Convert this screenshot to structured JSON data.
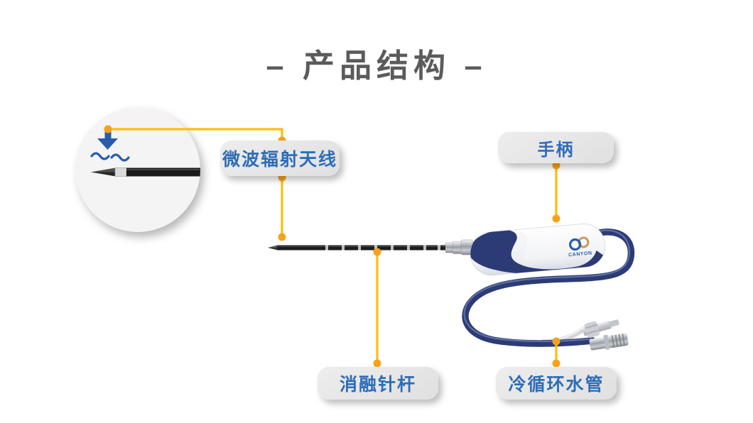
{
  "title": {
    "text": "– 产品结构 –"
  },
  "callouts": {
    "antenna": {
      "label": "微波辐射天线"
    },
    "handle": {
      "label": "手柄"
    },
    "shaft": {
      "label": "消融针杆"
    },
    "water_pipe": {
      "label": "冷循环水管"
    }
  },
  "device": {
    "brand": "CANYON"
  },
  "colors": {
    "accent_yellow": "#FDBD10",
    "dot_orange": "#F6A21C",
    "label_blue": "#2E6DB6",
    "navy": "#2C3B75",
    "arrow_blue": "#2A5CAA",
    "title_gray": "#5B5B5B"
  }
}
